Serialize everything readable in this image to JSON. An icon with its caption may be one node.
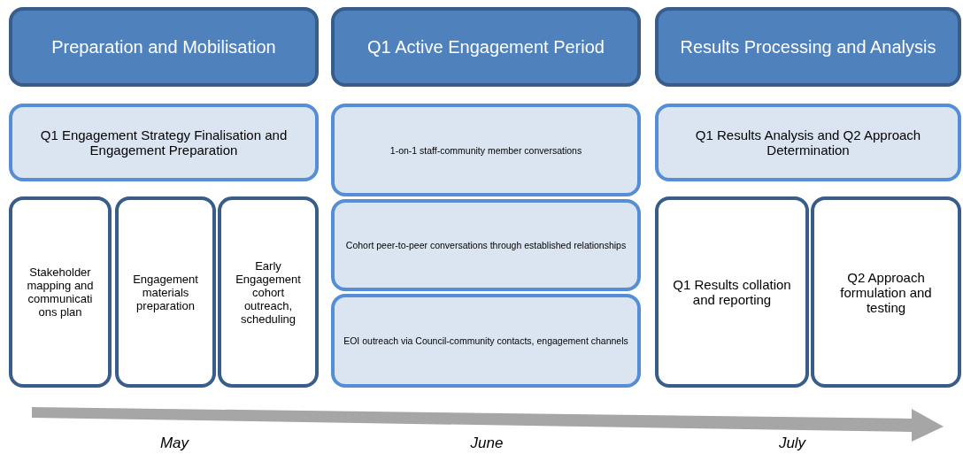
{
  "diagram": {
    "nodes": [
      {
        "text": [
          "Preparation and Mobilisation"
        ]
      },
      {
        "text": [
          "Q1 Active Engagement Period"
        ]
      },
      {
        "text": [
          "Results Processing and Analysis"
        ]
      },
      {
        "text": [
          "Q1 Engagement Strategy Finalisation and Engagement Preparation"
        ]
      },
      {
        "text": [
          "1-on-1 staff-community member conversations"
        ]
      },
      {
        "text": [
          "Cohort peer-to-peer conversations through established relationships"
        ]
      },
      {
        "text": [
          "EOI outreach via Council-community contacts, engagement channels"
        ]
      },
      {
        "text": [
          "Q1 Results Analysis and Q2 Approach Determination"
        ]
      },
      {
        "text": [
          "Stakeholder mapping and communications plan"
        ]
      },
      {
        "text": [
          "Engagement materials preparation"
        ]
      },
      {
        "text": [
          "Early Engagement cohort outreach, scheduling"
        ]
      },
      {
        "text": [
          "Q1 Results collation and reporting"
        ]
      },
      {
        "text": [
          "Q2 Approach formulation and testing"
        ]
      }
    ],
    "labels": [
      "May",
      "June",
      "July"
    ]
  }
}
